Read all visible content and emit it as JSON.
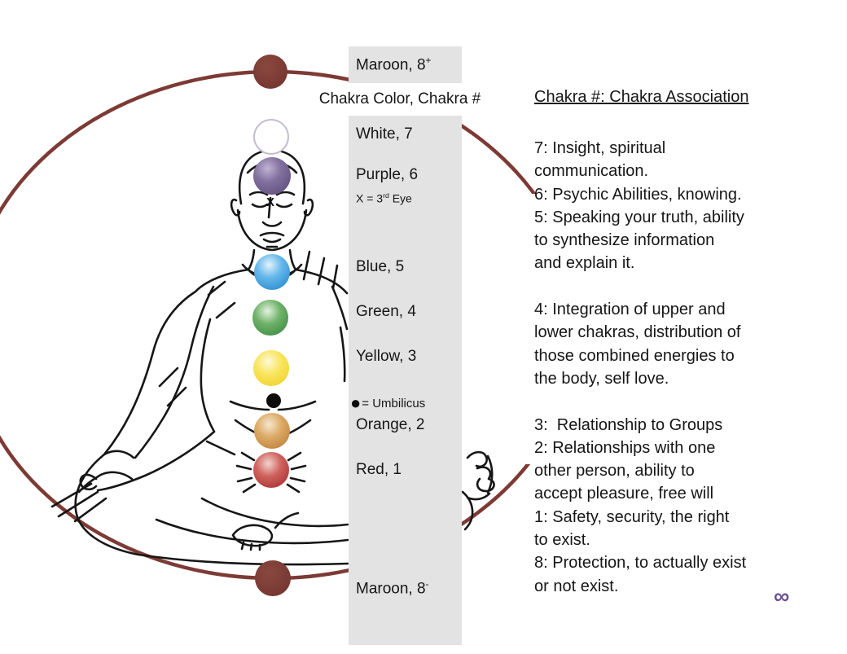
{
  "palette": {
    "maroon": "#7d3a35",
    "band_gray": "#e3e3e4",
    "infinity_purple": "#6a5190",
    "chakras": {
      "white": "#ffffff",
      "purple": "#7d6b9d",
      "blue": "#3f9fdc",
      "green": "#5aa55c",
      "yellow": "#f6df4c",
      "orange": "#d3a05c",
      "red": "#c24a48",
      "umbilicus_dot": "#0c0c0c"
    }
  },
  "legend": {
    "header": "Chakra Color, Chakra #",
    "top_item_base": "Maroon, 8",
    "top_item_sup": "+",
    "items": [
      {
        "label": "White, 7"
      },
      {
        "label": "Purple, 6"
      },
      {
        "label": "Blue, 5"
      },
      {
        "label": "Green, 4"
      },
      {
        "label": "Yellow, 3"
      },
      {
        "label": "Orange, 2"
      },
      {
        "label": "Red, 1"
      }
    ],
    "third_eye_note_pre": "X = 3",
    "third_eye_note_sup": "rd",
    "third_eye_note_post": " Eye",
    "umbilicus_dot": "●",
    "umbilicus_text": "= Umbilicus",
    "bottom_item_base": "Maroon, 8",
    "bottom_item_sup": "-"
  },
  "figure": {
    "third_eye_mark": "X"
  },
  "associations": {
    "header": "Chakra #: Chakra Association",
    "body": "7: Insight, spiritual\ncommunication.\n6: Psychic Abilities, knowing.\n5: Speaking your truth, ability\nto synthesize information\nand explain it.\n\n4: Integration of upper and\nlower chakras, distribution of\nthose combined energies to\nthe body, self love.\n\n3:  Relationship to Groups\n2: Relationships with one\nother person, ability to\naccept pleasure, free will\n1: Safety, security, the right\nto exist.\n8: Protection, to actually exist\nor not exist."
  },
  "footer": {
    "infinity_symbol": "∞"
  }
}
